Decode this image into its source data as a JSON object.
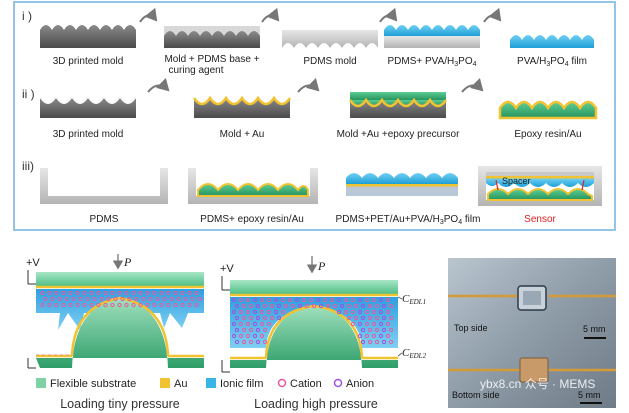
{
  "row1": {
    "numeral": "i )",
    "captions": [
      "3D printed mold",
      "Mold + PDMS base +",
      "curing agent",
      "PDMS mold",
      "PDMS+ PVA/H3PO4",
      "PVA/H3PO4 film"
    ]
  },
  "row2": {
    "numeral": "ii )",
    "captions": [
      "3D printed mold",
      "Mold + Au",
      "Mold +Au +epoxy precursor",
      "Epoxy resin/Au"
    ]
  },
  "row3": {
    "numeral": "iii)",
    "captions": [
      "PDMS",
      "PDMS+ epoxy resin/Au",
      "PDMS+PET/Au+PVA/H3PO4 film",
      "Sensor"
    ],
    "spacer_label": "Spacer"
  },
  "mechanism": {
    "voltage_label": "+V",
    "pressure_symbol": "P",
    "edl_labels": [
      "C",
      "EDL1",
      "C",
      "EDL2"
    ],
    "titles": [
      "Loading tiny pressure",
      "Loading high pressure"
    ]
  },
  "legend": [
    "Flexible substrate",
    "Au",
    "Ionic film",
    "Cation",
    "Anion"
  ],
  "photo": {
    "top_label": "Top side",
    "bottom_label": "Bottom side",
    "scale_bar": "5 mm",
    "watermark": "ybx8.cn 众号 · MEMS"
  },
  "colors": {
    "frame": "#7ab8de",
    "mold": "#5f5f5f",
    "pdms": "#c8c8c8",
    "pva": "#39b4e6",
    "au": "#f1c232",
    "epoxy": "#3cb37a",
    "substrate": "#7fd1a6",
    "sensor_label": "#e02020"
  }
}
